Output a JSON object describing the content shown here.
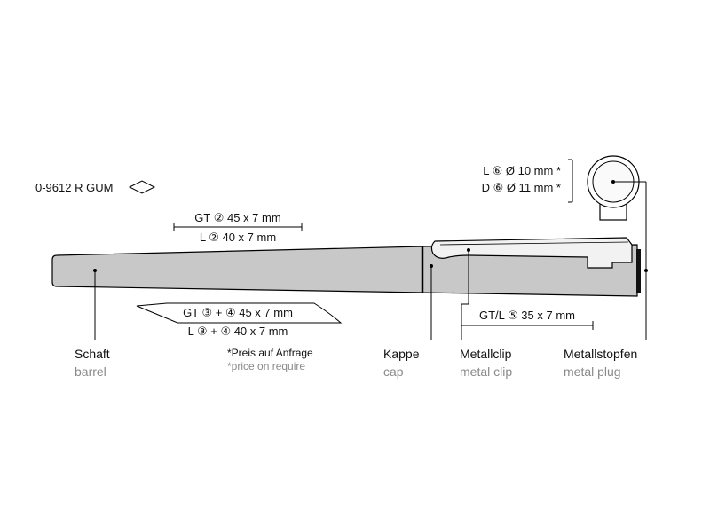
{
  "product_code": "0-9612 R GUM",
  "icons": {
    "product_shape": "diamond-icon"
  },
  "colors": {
    "body": "#c8c8c8",
    "outline": "#000000",
    "secondary_text": "#8a8a8a",
    "background": "#ffffff"
  },
  "imprint_areas": {
    "cap_top": {
      "line1": "GT ② 45 x 7 mm",
      "line2": "L ② 40 x 7 mm"
    },
    "barrel": {
      "line1": "GT ③ + ④ 45 x 7 mm",
      "line2": "L ③ + ④ 40 x 7 mm"
    },
    "clip": {
      "line1": "GT/L ⑤ 35 x 7 mm"
    },
    "plug": {
      "line1": "L ⑥ Ø 10 mm *",
      "line2": "D ⑥ Ø 11 mm *"
    }
  },
  "parts": {
    "barrel": {
      "de": "Schaft",
      "en": "barrel"
    },
    "cap": {
      "de": "Kappe",
      "en": "cap"
    },
    "clip": {
      "de": "Metallclip",
      "en": "metal clip"
    },
    "plug": {
      "de": "Metallstopfen",
      "en": "metal plug"
    }
  },
  "price_note": {
    "de": "*Preis auf Anfrage",
    "en": "*price on require"
  }
}
